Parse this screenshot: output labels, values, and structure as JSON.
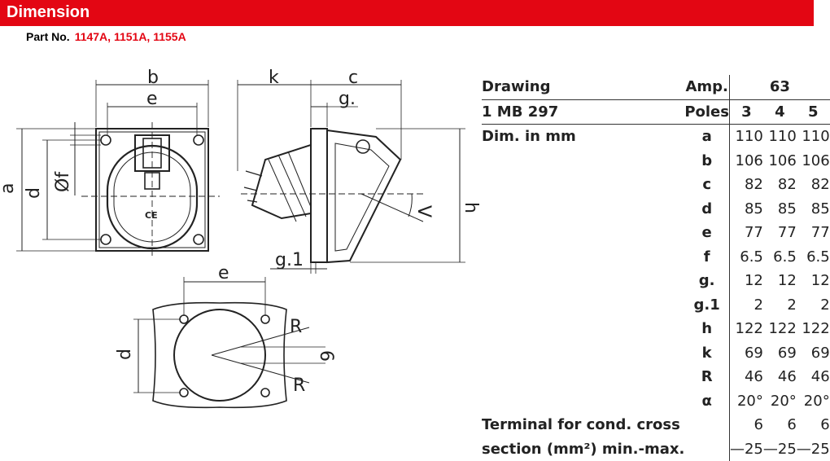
{
  "header": {
    "title": "Dimension"
  },
  "part": {
    "label": "Part No.",
    "numbers": "1147A, 1151A, 1155A"
  },
  "drawing_labels": {
    "front": {
      "b": "b",
      "e": "e",
      "a": "a",
      "d": "d",
      "f": "Øf",
      "ce": "CE"
    },
    "side": {
      "k": "k",
      "c": "c",
      "g": "g.",
      "g1": "g.1",
      "h": "h",
      "alpha": "V"
    },
    "cutout": {
      "e": "e",
      "d": "d",
      "r_top": "R",
      "r_bottom": "R",
      "six": "6"
    }
  },
  "table": {
    "row1": {
      "label": "Drawing",
      "mid": "Amp.",
      "amp": "63"
    },
    "row2": {
      "label": "1 MB 297",
      "mid": "Poles",
      "p1": "3",
      "p2": "4",
      "p3": "5"
    },
    "rows": [
      {
        "label": "Dim. in mm",
        "dim": "a",
        "v": [
          "110",
          "110",
          "110"
        ]
      },
      {
        "label": "",
        "dim": "b",
        "v": [
          "106",
          "106",
          "106"
        ]
      },
      {
        "label": "",
        "dim": "c",
        "v": [
          "82",
          "82",
          "82"
        ]
      },
      {
        "label": "",
        "dim": "d",
        "v": [
          "85",
          "85",
          "85"
        ]
      },
      {
        "label": "",
        "dim": "e",
        "v": [
          "77",
          "77",
          "77"
        ]
      },
      {
        "label": "",
        "dim": "f",
        "v": [
          "6.5",
          "6.5",
          "6.5"
        ]
      },
      {
        "label": "",
        "dim": "g.",
        "v": [
          "12",
          "12",
          "12"
        ]
      },
      {
        "label": "",
        "dim": "g.1",
        "v": [
          "2",
          "2",
          "2"
        ]
      },
      {
        "label": "",
        "dim": "h",
        "v": [
          "122",
          "122",
          "122"
        ]
      },
      {
        "label": "",
        "dim": "k",
        "v": [
          "69",
          "69",
          "69"
        ]
      },
      {
        "label": "",
        "dim": "R",
        "v": [
          "46",
          "46",
          "46"
        ]
      },
      {
        "label": "",
        "dim": "α",
        "v": [
          "20°",
          "20°",
          "20°"
        ]
      },
      {
        "label": "Terminal for cond. cross",
        "dim": "",
        "v": [
          "6",
          "6",
          "6"
        ]
      },
      {
        "label": "section (mm²) min.-max.",
        "dim": "",
        "v": [
          "—25",
          "—25",
          "—25"
        ]
      }
    ]
  }
}
